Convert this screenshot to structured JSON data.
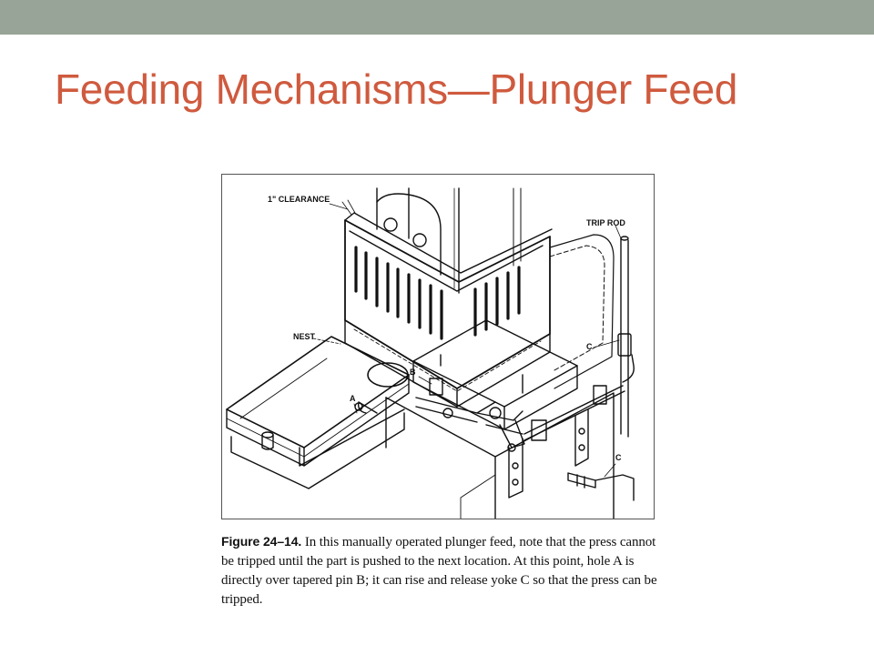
{
  "slide": {
    "title": "Feeding Mechanisms—Plunger Feed"
  },
  "figure": {
    "labels": {
      "clearance": "1\" CLEARANCE",
      "trip_rod": "TRIP ROD",
      "nest": "NEST",
      "b": "B",
      "a": "A",
      "c_upper": "C",
      "c_lower": "C"
    },
    "caption_number": "Figure 24–14.",
    "caption_text": " In this manually operated plunger feed, note that the press cannot be tripped until the part is pushed to the next location. At this point, hole A is directly over tapered pin B; it can rise and release yoke C so that the press can be tripped."
  },
  "colors": {
    "top_bar": "#97a497",
    "title": "#cf5a3e"
  }
}
